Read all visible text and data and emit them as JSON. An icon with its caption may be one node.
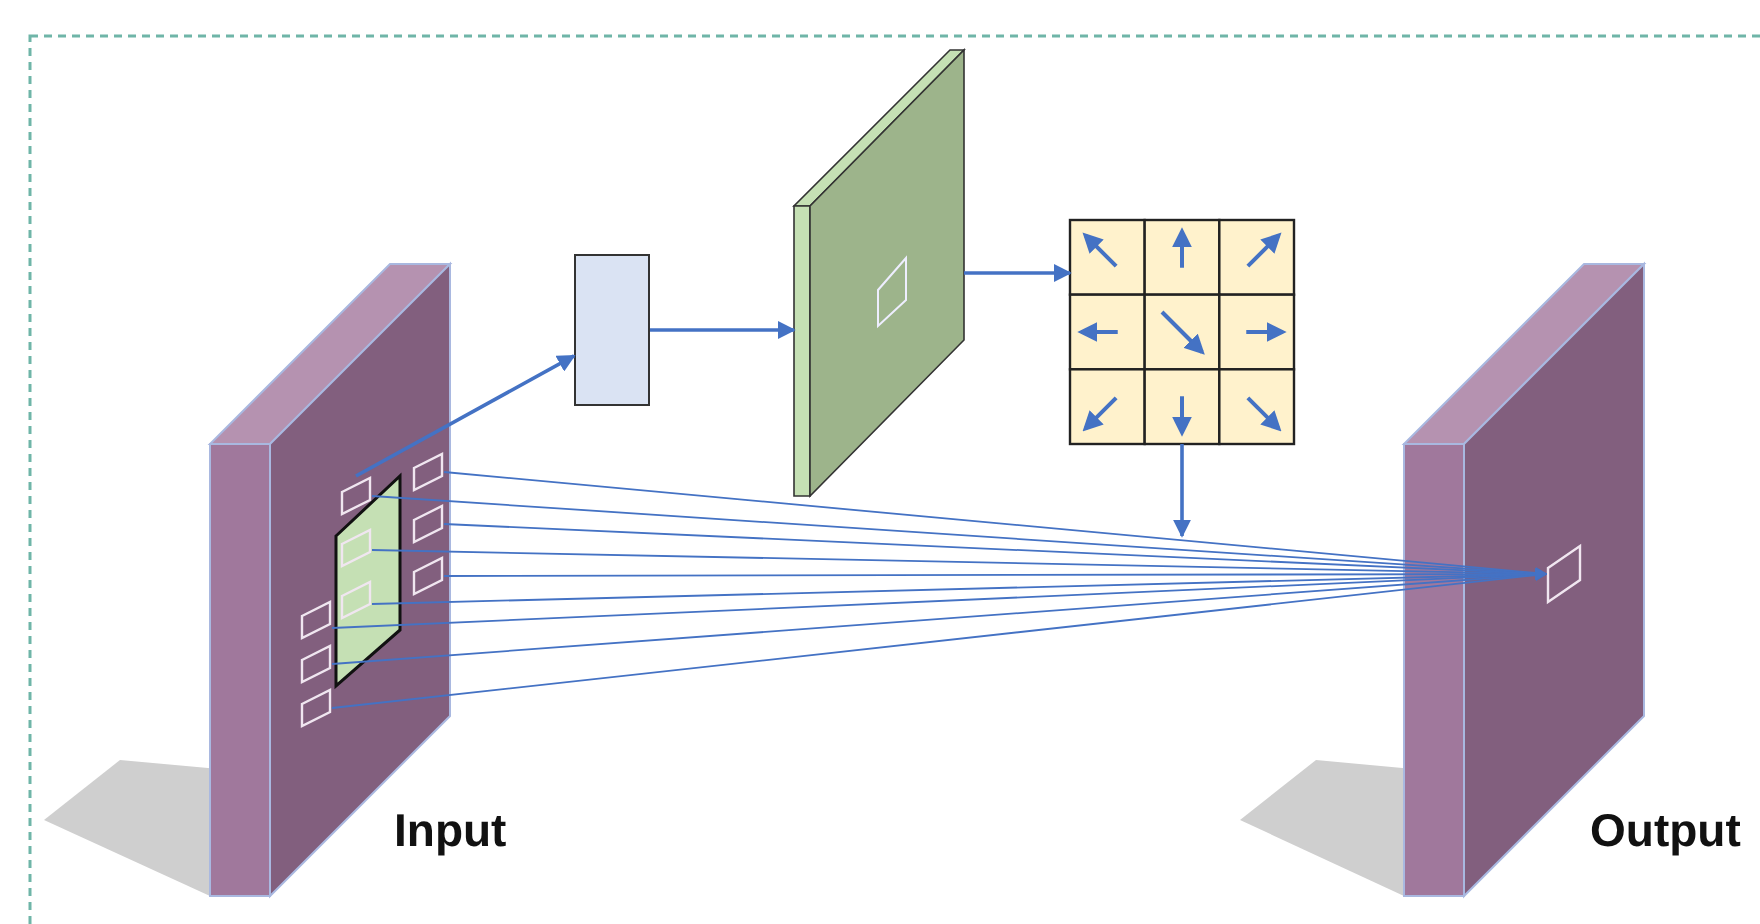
{
  "diagram": {
    "nodes": [
      {
        "text": [
          "Input"
        ]
      },
      {
        "text": [],
        "shape": "box",
        "in": 0
      },
      {
        "text": [],
        "shape": "box",
        "in": 0
      },
      {
        "text": [],
        "shape": "box",
        "in": 0
      },
      {
        "text": [],
        "shape": "box",
        "in": 0
      },
      {
        "text": [],
        "shape": "box",
        "in": 0
      },
      {
        "text": [],
        "shape": "box",
        "in": 0
      },
      {
        "text": [],
        "shape": "box",
        "in": 0
      },
      {
        "text": [],
        "shape": "box",
        "in": 0
      },
      {
        "text": [],
        "shape": "box",
        "in": 0
      },
      {
        "text": [],
        "shape": "box"
      },
      {
        "text": [],
        "shape": "box"
      },
      {
        "text": [],
        "shape": "box"
      },
      {
        "text": [
          "Output"
        ]
      },
      {
        "text": [],
        "shape": "box",
        "in": 13
      }
    ],
    "edges": [
      {
        "from": 4,
        "to": 10,
        "arrow": "to"
      },
      {
        "from": 10,
        "to": 11,
        "arrow": "to"
      },
      {
        "from": 11,
        "to": 12,
        "arrow": "to"
      },
      {
        "from": 12,
        "to": null,
        "arrow": "to"
      },
      {
        "from": 1,
        "to": 14,
        "arrow": "to"
      },
      {
        "from": 2,
        "to": 14,
        "arrow": "to"
      },
      {
        "from": 3,
        "to": 14,
        "arrow": "to"
      },
      {
        "from": 4,
        "to": 14,
        "arrow": "to"
      },
      {
        "from": 5,
        "to": 14,
        "arrow": "to"
      },
      {
        "from": 6,
        "to": 14,
        "arrow": "to"
      },
      {
        "from": 7,
        "to": 14,
        "arrow": "to"
      },
      {
        "from": 8,
        "to": 14,
        "arrow": "to"
      },
      {
        "from": 9,
        "to": 14,
        "arrow": "to"
      }
    ]
  }
}
